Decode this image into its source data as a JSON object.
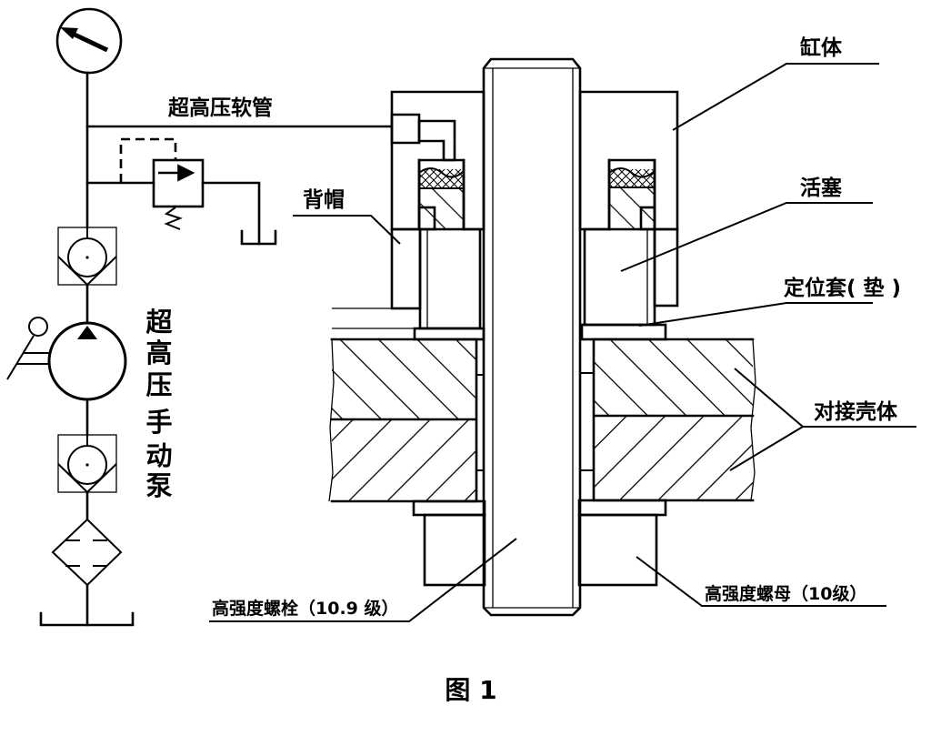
{
  "figure": {
    "caption": "图 1",
    "colors": {
      "line": "#000000",
      "background": "#ffffff"
    },
    "labels": {
      "cylinder_body": "缸体",
      "piston": "活塞",
      "locating_sleeve": "定位套( 垫 )",
      "housing": "对接壳体",
      "back_nut": "背帽",
      "hose": "超高压软管",
      "bolt": "高强度螺栓（10.9 级）",
      "nut": "高强度螺母（10级）",
      "pump_chars": [
        "超",
        "高",
        "压",
        "手",
        "动",
        "泵"
      ]
    },
    "schematic_components": [
      "pressure-gauge",
      "relief-valve",
      "tank",
      "check-valve",
      "manual-pump",
      "check-valve",
      "filter",
      "tank"
    ]
  }
}
